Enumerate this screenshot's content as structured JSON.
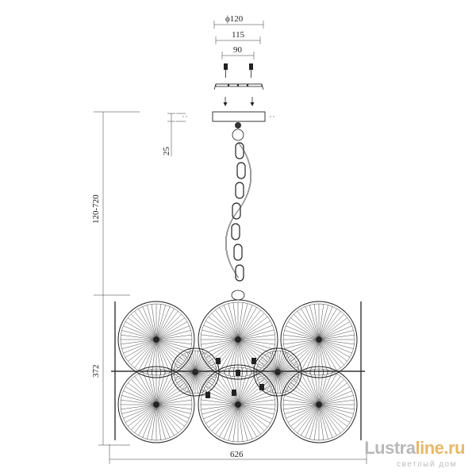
{
  "dimensions": {
    "canopy_diameter": "ϕ120",
    "canopy_width": "115",
    "bracket_spacing": "90",
    "canopy_height": "25",
    "hanging_length": "120-720",
    "body_height": "372",
    "body_width": "626"
  },
  "watermark": {
    "brand_main": "Lustra",
    "brand_accent": "line.ru",
    "subtitle": "светлый дом",
    "colors": {
      "main": "#b8b8b8",
      "accent": "#e6b96a"
    }
  }
}
